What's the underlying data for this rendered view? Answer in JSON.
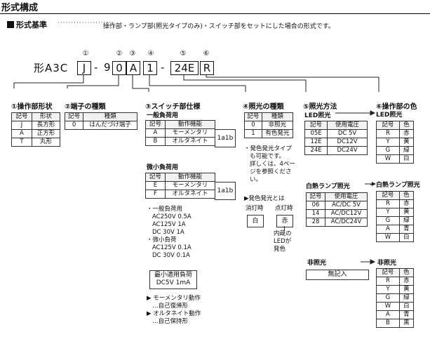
{
  "header": {
    "title": "形式構成",
    "subtitle": "形式基準",
    "dots": "·····················",
    "description": "操作部・ランプ部(照光タイプのみ)・スイッチ部をセットにした場合の形式です。"
  },
  "code": {
    "prefix": "形A3C",
    "nums": [
      "①",
      "②",
      "③",
      "④",
      "⑤",
      "⑥"
    ],
    "b1": "J",
    "dash1": "-",
    "nine": "9",
    "b2": "0",
    "b3": "A",
    "b4": "1",
    "dash2": "-",
    "b5": "24E",
    "b6": "R"
  },
  "s1": {
    "title": "①操作部形状",
    "h": [
      "記号",
      "形状"
    ],
    "rows": [
      [
        "J",
        "長方形"
      ],
      [
        "A",
        "正方形"
      ],
      [
        "T",
        "丸形"
      ]
    ]
  },
  "s2": {
    "title": "②端子の種類",
    "h": [
      "記号",
      "種類"
    ],
    "rows": [
      [
        "0",
        "はんだづけ端子"
      ]
    ]
  },
  "s3": {
    "title": "③スイッチ部仕様",
    "general": "一般負荷用",
    "h": [
      "記号",
      "動作機能"
    ],
    "rows": [
      [
        "A",
        "モーメンタリ"
      ],
      [
        "B",
        "オルタネイト"
      ]
    ],
    "contact": "1a1b",
    "micro": "微小負荷用",
    "rows2": [
      [
        "E",
        "モーメンタリ"
      ],
      [
        "F",
        "オルタネイト"
      ]
    ],
    "contact2": "1a1b",
    "ratings": [
      "・一般負荷用",
      "AC250V 0.5A",
      "AC125V 1A",
      "DC 30V 1A",
      "・微小負荷",
      "AC125V 0.1A",
      "DC 30V 0.1A"
    ],
    "min": [
      "最小適用負荷",
      "DC5V 1mA"
    ],
    "notes": [
      "▶ モーメンタリ動作",
      "…自己復帰形",
      "▶ オルタネイト動作",
      "…自己保持形"
    ]
  },
  "s4": {
    "title": "④照光の種類",
    "h": [
      "記号",
      "種類"
    ],
    "rows": [
      [
        "0",
        "非照光"
      ],
      [
        "1",
        "有色発光"
      ]
    ],
    "notes": [
      "・発色発光タイプ",
      "も可能です。",
      "詳しくは、4ペー",
      "ジを参照くださ",
      "い。"
    ],
    "colorTitle": "▶発色発光とは",
    "off": "消灯時",
    "on": "点灯時",
    "offc": "白",
    "onc": "赤",
    "built": [
      "内蔵の",
      "LEDが",
      "発色"
    ]
  },
  "s5": {
    "title": "⑤照光方法",
    "led": "LED照光",
    "h": [
      "記号",
      "使用電圧"
    ],
    "rows": [
      [
        "05E",
        "DC 5V"
      ],
      [
        "12E",
        "DC12V"
      ],
      [
        "24E",
        "DC24V"
      ]
    ],
    "inc": "白熱ランプ照光",
    "rows2": [
      [
        "06",
        "AC/DC 5V"
      ],
      [
        "14",
        "AC/DC12V"
      ],
      [
        "28",
        "AC/DC24V"
      ]
    ],
    "non": "非照光",
    "nonBox": "無記入"
  },
  "s6": {
    "title": "⑥操作部の色",
    "led": "LED照光",
    "h": [
      "記号",
      "色"
    ],
    "rows": [
      [
        "R",
        "赤"
      ],
      [
        "Y",
        "黄"
      ],
      [
        "G",
        "緑"
      ],
      [
        "W",
        "白"
      ]
    ],
    "inc": "白熱ランプ照光",
    "rows2": [
      [
        "R",
        "赤"
      ],
      [
        "Y",
        "黄"
      ],
      [
        "G",
        "緑"
      ],
      [
        "A",
        "青"
      ],
      [
        "W",
        "白"
      ]
    ],
    "non": "非照光",
    "rows3": [
      [
        "R",
        "赤"
      ],
      [
        "Y",
        "黄"
      ],
      [
        "G",
        "緑"
      ],
      [
        "W",
        "白"
      ],
      [
        "A",
        "青"
      ],
      [
        "B",
        "黒"
      ]
    ]
  }
}
